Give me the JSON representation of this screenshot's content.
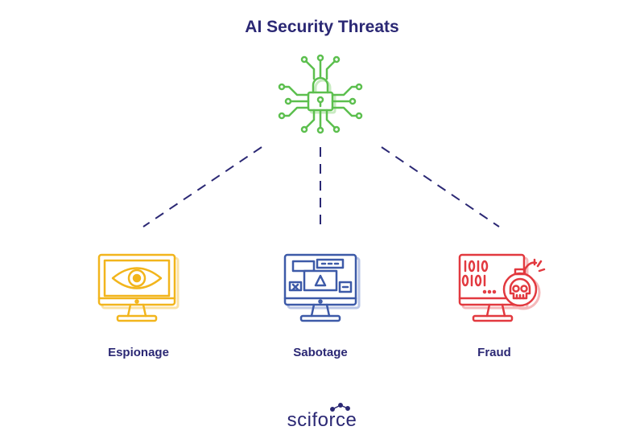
{
  "title": "AI Security Threats",
  "colors": {
    "title": "#2b2874",
    "connector": "#2b2874",
    "root_icon": "#5cbf4e",
    "espionage": "#f2b51c",
    "sabotage": "#3d5aa8",
    "fraud": "#e2393f"
  },
  "root": {
    "icon": "circuit-padlock-icon"
  },
  "threats": [
    {
      "label": "Espionage",
      "icon": "monitor-eye-icon"
    },
    {
      "label": "Sabotage",
      "icon": "monitor-windows-icon"
    },
    {
      "label": "Fraud",
      "icon": "monitor-binary-skull-bomb-icon"
    }
  ],
  "brand": {
    "name": "sciforce"
  }
}
